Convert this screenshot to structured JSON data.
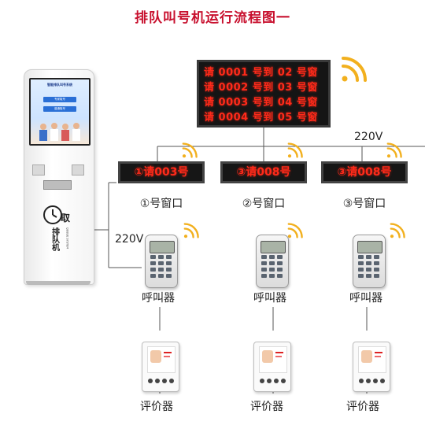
{
  "title": "排队叫号机运行流程图一",
  "kiosk": {
    "screen_title": "智能排队叫号系统",
    "buttons": [
      "专家取号",
      "普通取号"
    ],
    "brand_vertical": "排队机",
    "brand_subtitle": "QUEUE SYSTEM"
  },
  "main_board": {
    "rows": [
      "请 0001 号到 02 号窗",
      "请 0002 号到 03 号窗",
      "请 0003 号到 04 号窗",
      "请 0004 号到 05 号窗"
    ]
  },
  "window_displays": [
    {
      "text": "①请003号",
      "label": "①号窗口"
    },
    {
      "text": "③请008号",
      "label": "②号窗口"
    },
    {
      "text": "③请008号",
      "label": "③号窗口"
    }
  ],
  "voltage_top": "220V",
  "voltage_left": "220V",
  "callers": [
    "呼叫器",
    "呼叫器",
    "呼叫器"
  ],
  "raters": [
    "评价器",
    "评价器",
    "评价器"
  ],
  "colors": {
    "title": "#c8102e",
    "led_text": "#ff2a1a",
    "led_bg": "#151515",
    "wifi": "#f2b01e",
    "line": "#555555"
  }
}
